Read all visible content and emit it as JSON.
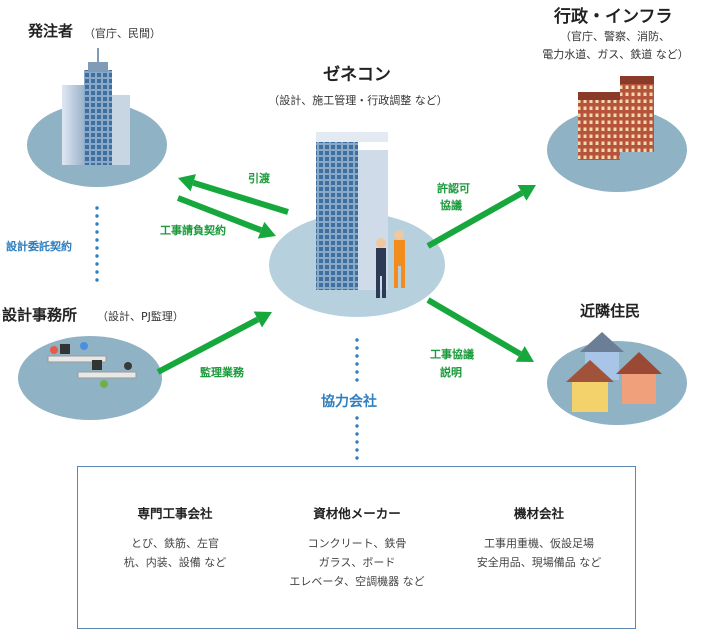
{
  "client": {
    "title": "発注者",
    "note": "（官庁、民間）"
  },
  "government": {
    "title": "行政・インフラ",
    "note_line1": "（官庁、警察、消防、",
    "note_line2": "電力水道、ガス、鉄道 など）"
  },
  "contractor": {
    "title": "ゼネコン",
    "note": "（設計、施工管理・行政調整 など）"
  },
  "design_office": {
    "title": "設計事務所",
    "note": "（設計、PJ監理）"
  },
  "neighbors": {
    "title": "近隣住民"
  },
  "labels": {
    "handover": "引渡",
    "construction_contract": "工事請負契約",
    "design_contract": "設計委託契約",
    "permit_line1": "許認可",
    "permit_line2": "協議",
    "supervision": "監理業務",
    "neighbor_line1": "工事協議",
    "neighbor_line2": "説明",
    "partners": "協力会社"
  },
  "partner_columns": [
    {
      "title": "専門工事会社",
      "lines": [
        "とび、鉄筋、左官",
        "杭、内装、設備 など"
      ]
    },
    {
      "title": "資材他メーカー",
      "lines": [
        "コンクリート、鉄骨",
        "ガラス、ボード",
        "エレベータ、空調機器 など"
      ]
    },
    {
      "title": "機材会社",
      "lines": [
        "工事用重機、仮設足場",
        "安全用品、現場備品 など"
      ]
    }
  ],
  "colors": {
    "arrow": "#16a83c",
    "disc": "#8fb2c4",
    "disc_center": "#b6d0dd",
    "dots": "#2f7fc0",
    "box_border": "#5a86b0"
  }
}
